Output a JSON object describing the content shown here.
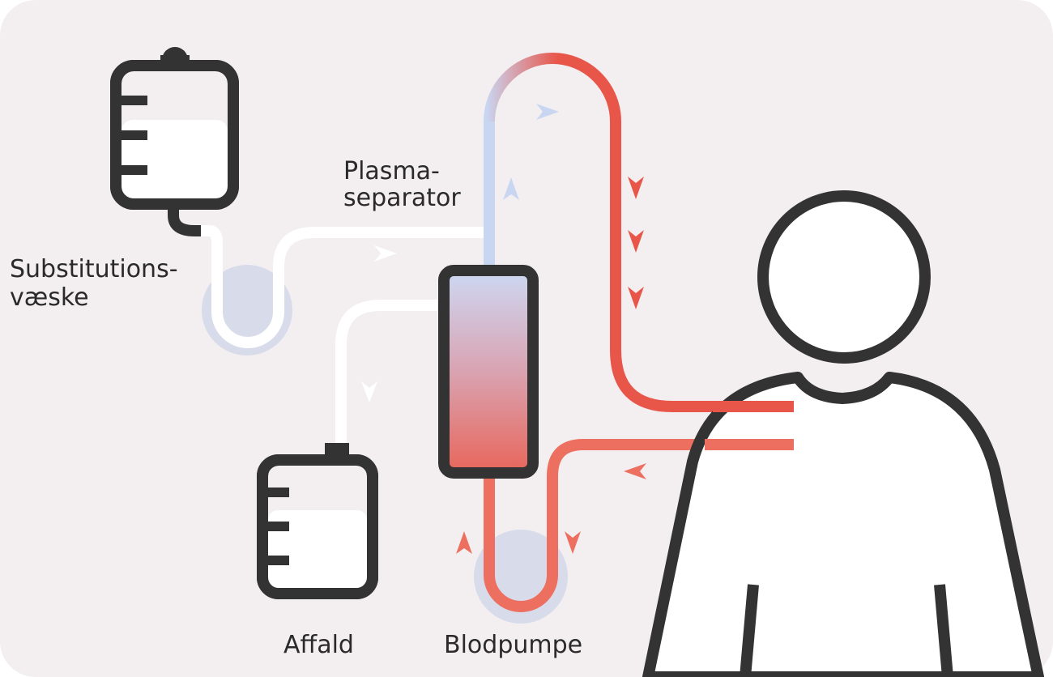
{
  "colors": {
    "background": "#f3eff1",
    "outline": "#333333",
    "blood_red": "#e8564a",
    "blood_red_light": "#ec6f60",
    "plasma_blue": "#c9d6f2",
    "pump_circle": "#d8dbea",
    "white_tube": "#ffffff"
  },
  "labels": {
    "substitution_line1": "Substitutions-",
    "substitution_line2": "væske",
    "separator_line1": "Plasma-",
    "separator_line2": "separator",
    "waste": "Affald",
    "blood_pump": "Blodpumpe"
  },
  "icons": {
    "substitution_bag": "iv-bag-icon",
    "waste_container": "waste-container-icon",
    "patient": "person-icon",
    "separator": "plasma-separator-icon",
    "pump": "roller-pump-icon"
  }
}
